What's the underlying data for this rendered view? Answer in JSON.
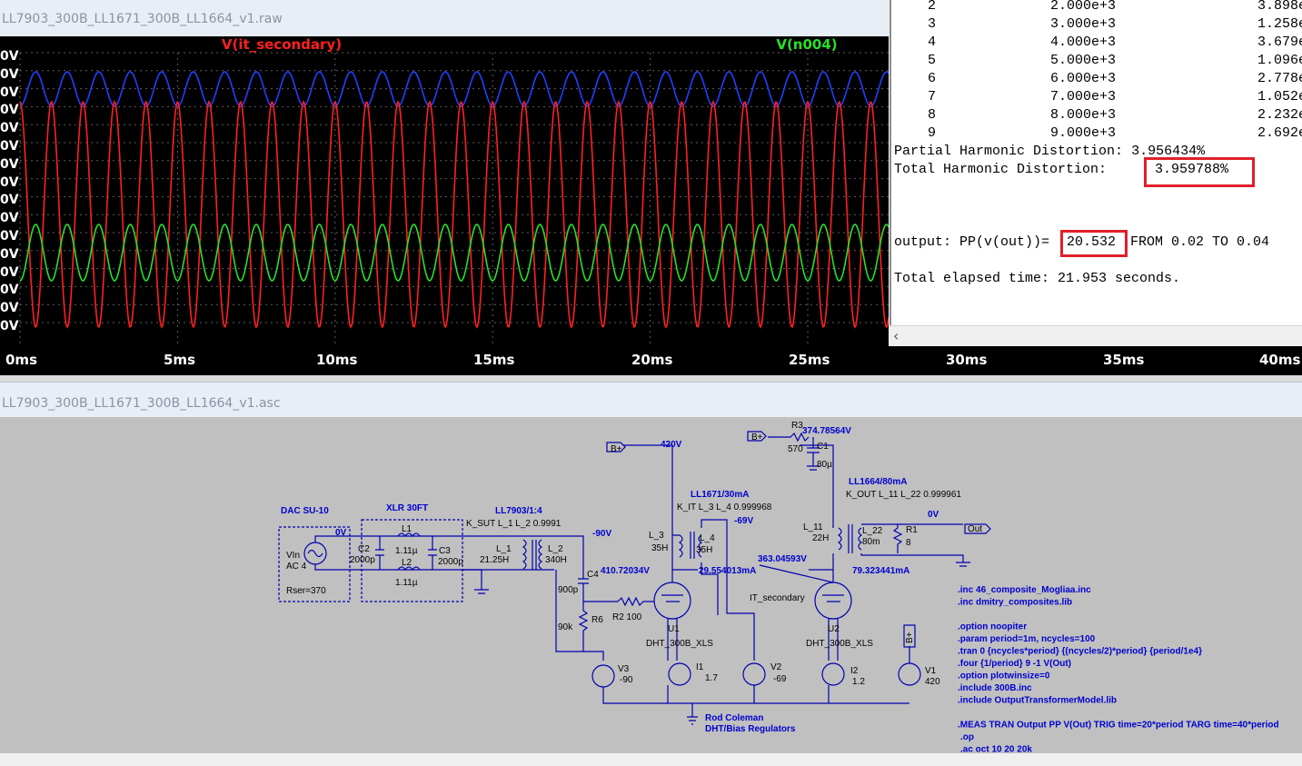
{
  "waveform_window": {
    "title": "LL7903_300B_LL1671_300B_LL1664_v1.raw",
    "trace1_label": "V(it_secondary)",
    "trace2_label": "V(n004)",
    "x_ticks": [
      "0ms",
      "5ms",
      "10ms",
      "15ms",
      "20ms",
      "25ms",
      "30ms",
      "35ms",
      "40ms"
    ],
    "y_tick_suffix": [
      "0V",
      "0V",
      "0V",
      "0V",
      "0V",
      "0V",
      "0V",
      "0V",
      "0V",
      "0V",
      "0V",
      "0V",
      "0V",
      "0V",
      "0V",
      "0V"
    ],
    "colors": {
      "red": "#ff2020",
      "green": "#28e028",
      "blue": "#2040ff",
      "background": "#000000"
    }
  },
  "output_panel": {
    "harmonics": [
      {
        "n": "2",
        "freq": "2.000e+3",
        "val": "3.898e"
      },
      {
        "n": "3",
        "freq": "3.000e+3",
        "val": "1.258e"
      },
      {
        "n": "4",
        "freq": "4.000e+3",
        "val": "3.679e"
      },
      {
        "n": "5",
        "freq": "5.000e+3",
        "val": "1.096e"
      },
      {
        "n": "6",
        "freq": "6.000e+3",
        "val": "2.778e"
      },
      {
        "n": "7",
        "freq": "7.000e+3",
        "val": "1.052e"
      },
      {
        "n": "8",
        "freq": "8.000e+3",
        "val": "2.232e"
      },
      {
        "n": "9",
        "freq": "9.000e+3",
        "val": "2.692e"
      }
    ],
    "phd_label": "Partial Harmonic Distortion:",
    "phd_value": "3.956434%",
    "thd_label": "Total Harmonic Distortion:",
    "thd_value": "3.959788%",
    "output_label": "output: PP(v(out))=",
    "output_value": "20.532",
    "output_range": "FROM 0.02 TO 0.04",
    "elapsed": "Total elapsed time: 21.953 seconds."
  },
  "schematic_window": {
    "title": "LL7903_300B_LL1671_300B_LL1664_v1.asc",
    "labels": {
      "dac": "DAC SU-10",
      "xlr": "XLR 30FT",
      "ll7903": "LL7903/1:4",
      "ksut": "K_SUT L_1 L_2 0.9991",
      "ll1671": "LL1671/30mA",
      "kit": "K_IT L_3 L_4 0.999968",
      "ll1664": "LL1664/80mA",
      "kout": "K_OUT L_11 L_22 0.999961",
      "vin": "VIn",
      "ac": "AC 4",
      "rser": "Rser=370",
      "v0a": "0V",
      "v0b": "0V",
      "c2": "C2",
      "c2v": "2000p",
      "c3": "C3",
      "c3v": "2000p",
      "l1": "L1",
      "l1v": "1.11µ",
      "l2": "L2",
      "l2v": "1.11µ",
      "lx1": "L_1",
      "lx1v": "21.25H",
      "lx2": "L_2",
      "lx2v": "340H",
      "m90": "-90V",
      "c4": "C4",
      "c4v": "900p",
      "r6v": "90k",
      "r6": "R6",
      "r2": "R2 100",
      "v3": "V3",
      "v3v": "-90",
      "bplus": "B+",
      "v420": "420V",
      "l3": "L_3",
      "l3v": "35H",
      "l4": "L_4",
      "l4v": "35H",
      "m69": "-69V",
      "n410": "410.72034V",
      "i29": "29.554013mA",
      "u1": "U1",
      "dht1": "DHT_300B_XLS",
      "i1": "I1",
      "i1v": "1.7",
      "v2": "V2",
      "v2v": "-69",
      "itsec": "IT_secondary",
      "r3": "R3",
      "r3v": "570",
      "c1": "C1",
      "c1v": "80µ",
      "n374": "374.78564V",
      "l11": "L_11",
      "l11v": "22H",
      "l22": "L_22",
      "l22v": "80m",
      "r1": "R1",
      "r1v": "8",
      "out": "Out",
      "n363": "363.04593V",
      "i79": "79.323441mA",
      "u2": "U2",
      "dht2": "DHT_300B_XLS",
      "i2": "I2",
      "i2v": "1.2",
      "v1": "V1",
      "v1v": "420",
      "rod": "Rod Coleman",
      "dhtbias": "DHT/Bias Regulators"
    },
    "directives": [
      ".inc 46_composite_Mogliaa.inc",
      ".inc dmitry_composites.lib",
      "",
      ".option noopiter",
      ".param period=1m, ncycles=100",
      ".tran 0 {ncycles*period} {(ncycles/2)*period} {period/1e4}",
      ".four {1/period} 9 -1 V(Out)",
      ".option plotwinsize=0",
      ".include 300B.inc",
      ".include OutputTransformerModel.lib",
      "",
      ".MEAS TRAN Output PP V(Out) TRIG time=20*period TARG time=40*period",
      ".op",
      ".ac oct 10 20 20k"
    ]
  }
}
